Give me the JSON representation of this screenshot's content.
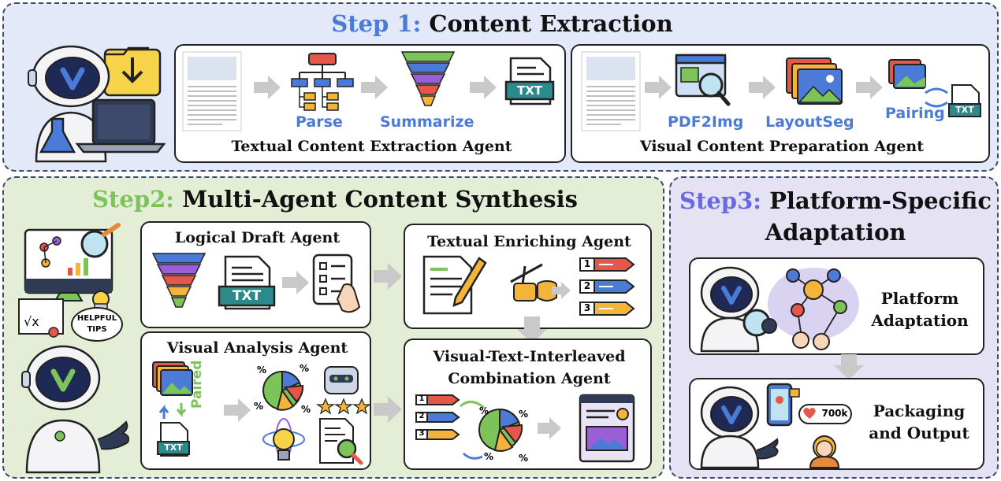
{
  "step1": {
    "prefix": "Step 1:",
    "title": "Content Extraction",
    "textual_agent": {
      "label": "Textual Content Extraction Agent",
      "tools": [
        "Parse",
        "Summarize"
      ],
      "doc_label": "TXT"
    },
    "visual_agent": {
      "label": "Visual Content Preparation Agent",
      "tools": [
        "PDF2Img",
        "LayoutSeg",
        "Pairing"
      ],
      "doc_label": "TXT"
    }
  },
  "step2": {
    "prefix": "Step2:",
    "title": "Multi-Agent Content Synthesis",
    "helpful_tips": [
      "HELPFUL",
      "TIPS"
    ],
    "logical_draft": {
      "label": "Logical Draft Agent",
      "doc_label": "TXT"
    },
    "visual_analysis": {
      "label": "Visual Analysis Agent",
      "paired": "Paired",
      "doc_label": "TXT"
    },
    "textual_enriching": {
      "label": "Textual Enriching Agent",
      "list": [
        "1",
        "2",
        "3"
      ]
    },
    "combination": {
      "label_line1": "Visual-Text-Interleaved",
      "label_line2": "Combination Agent",
      "list": [
        "1",
        "2",
        "3"
      ]
    }
  },
  "step3": {
    "prefix": "Step3:",
    "title_line1": "Platform-Specific",
    "title_line2": "Adaptation",
    "platform": {
      "line1": "Platform",
      "line2": "Adaptation"
    },
    "packaging": {
      "line1": "Packaging",
      "line2": "and Output",
      "likes": "700k"
    }
  },
  "colors": {
    "step1_bg": "#e3e9f8",
    "step2_bg": "#e4eed7",
    "step3_bg": "#e5e2f4",
    "blue": "#4b7bd6",
    "green": "#7cc35a",
    "purple": "#6a6ae0"
  }
}
